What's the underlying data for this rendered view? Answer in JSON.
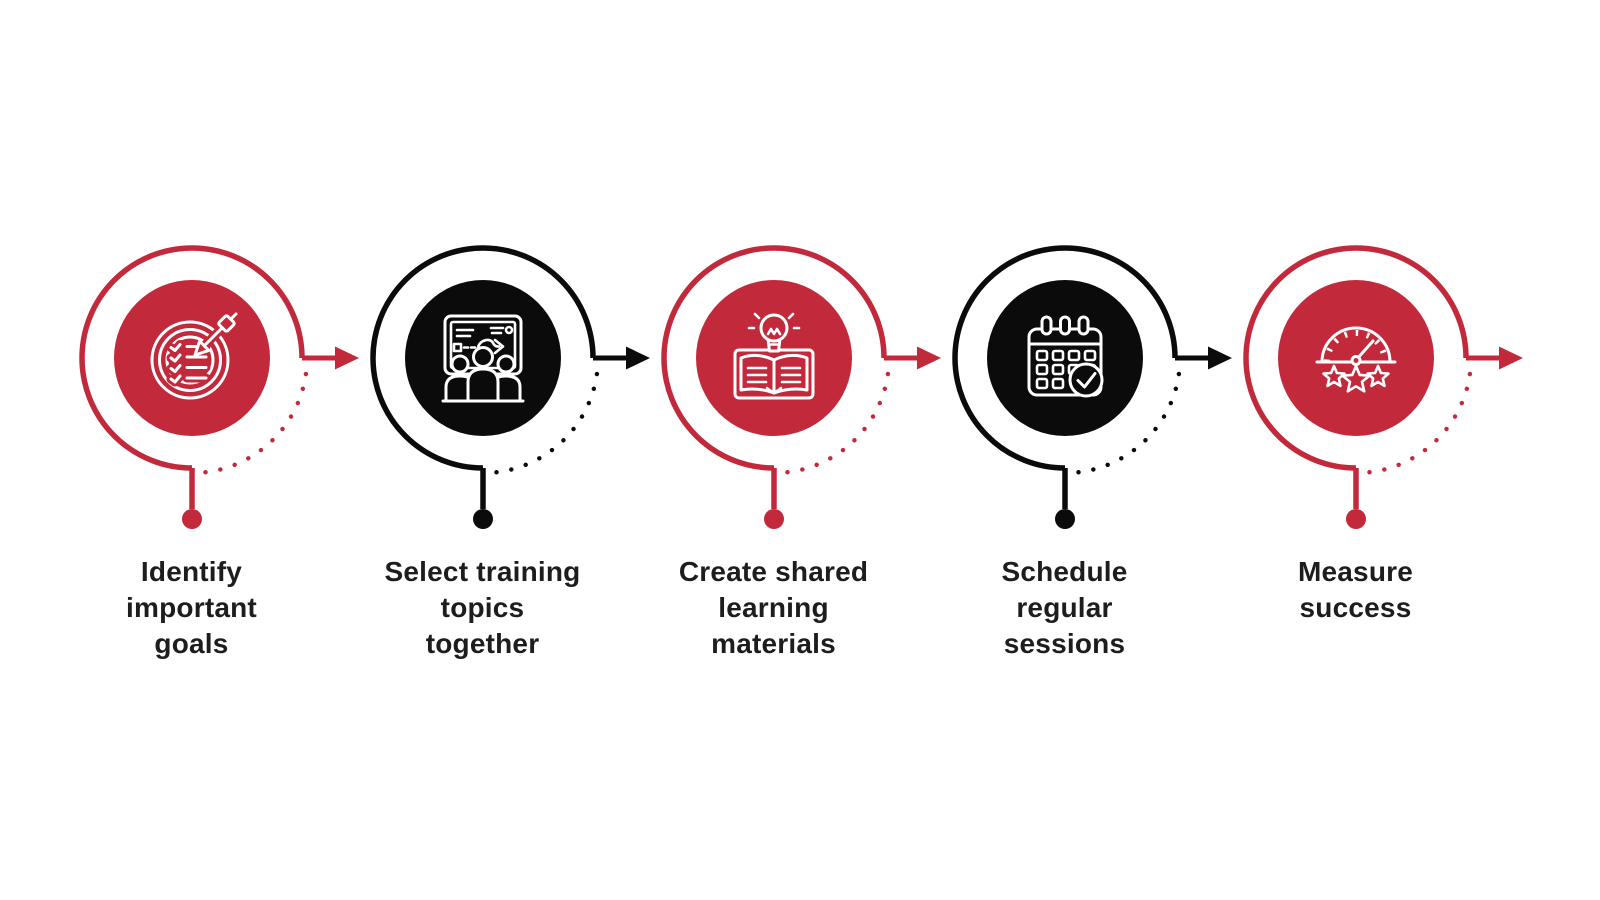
{
  "infographic": {
    "background": "#ffffff",
    "palette": {
      "red": "#c2293b",
      "black": "#0b0b0b",
      "label_text": "#1d1d1d",
      "icon_stroke": "#ffffff"
    },
    "steps": [
      {
        "color": "red",
        "icon": "target-checklist-icon",
        "connector": "arrow-right",
        "label": "Identify important goals",
        "label_lines": [
          "Identify",
          "important",
          "goals"
        ]
      },
      {
        "color": "black",
        "icon": "training-presentation-icon",
        "connector": "arrow-right",
        "label": "Select training topics together",
        "label_lines": [
          "Select training",
          "topics",
          "together"
        ]
      },
      {
        "color": "red",
        "icon": "book-lightbulb-icon",
        "connector": "arrow-right",
        "label": "Create shared learning materials",
        "label_lines": [
          "Create shared",
          "learning",
          "materials"
        ]
      },
      {
        "color": "black",
        "icon": "calendar-check-icon",
        "connector": "arrow-right",
        "label": "Schedule regular sessions",
        "label_lines": [
          "Schedule",
          "regular",
          "sessions"
        ]
      },
      {
        "color": "red",
        "icon": "gauge-stars-icon",
        "connector": "arrow-right",
        "label": "Measure success",
        "label_lines": [
          "Measure",
          "success"
        ]
      }
    ]
  }
}
